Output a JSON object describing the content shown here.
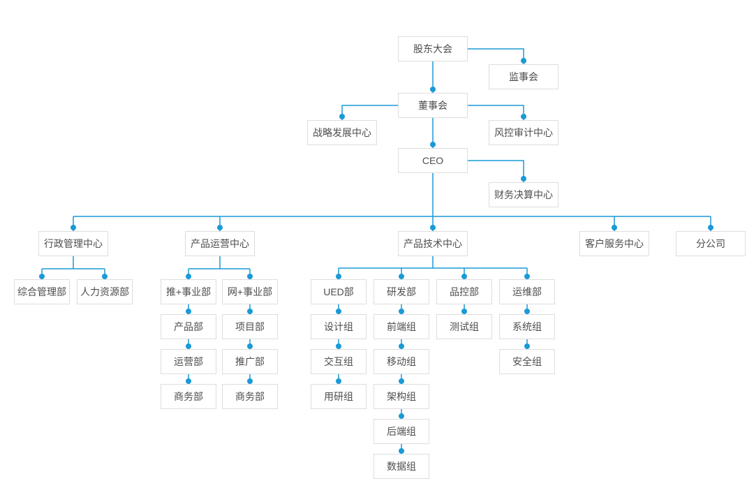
{
  "diagram": {
    "type": "org-chart",
    "accent_color": "#1a9ad6",
    "box_border_color": "#dddddd",
    "text_color": "#4d4d4d",
    "nodes": [
      {
        "id": "shareholders-meeting",
        "label": "股东大会",
        "parent": null
      },
      {
        "id": "supervisory-board",
        "label": "监事会",
        "parent": "股东大会"
      },
      {
        "id": "board-of-directors",
        "label": "董事会",
        "parent": "股东大会"
      },
      {
        "id": "strategy-dev-center",
        "label": "战略发展中心",
        "parent": "董事会"
      },
      {
        "id": "risk-audit-center",
        "label": "风控审计中心",
        "parent": "董事会"
      },
      {
        "id": "ceo",
        "label": "CEO",
        "parent": "董事会"
      },
      {
        "id": "finance-center",
        "label": "财务决算中心",
        "parent": "CEO"
      },
      {
        "id": "admin-mgmt-center",
        "label": "行政管理中心",
        "parent": "CEO"
      },
      {
        "id": "product-ops-center",
        "label": "产品运营中心",
        "parent": "CEO"
      },
      {
        "id": "product-tech-center",
        "label": "产品技术中心",
        "parent": "CEO"
      },
      {
        "id": "customer-service-center",
        "label": "客户服务中心",
        "parent": "CEO"
      },
      {
        "id": "branch-company",
        "label": "分公司",
        "parent": "CEO"
      },
      {
        "id": "general-admin-dept",
        "label": "综合管理部",
        "parent": "行政管理中心"
      },
      {
        "id": "hr-dept",
        "label": "人力资源部",
        "parent": "行政管理中心"
      },
      {
        "id": "tui-business-unit",
        "label": "推+事业部",
        "parent": "产品运营中心"
      },
      {
        "id": "wang-business-unit",
        "label": "网+事业部",
        "parent": "产品运营中心"
      },
      {
        "id": "ued-dept",
        "label": "UED部",
        "parent": "产品技术中心"
      },
      {
        "id": "rd-dept",
        "label": "研发部",
        "parent": "产品技术中心"
      },
      {
        "id": "qc-dept",
        "label": "品控部",
        "parent": "产品技术中心"
      },
      {
        "id": "ops-maintenance-dept",
        "label": "运维部",
        "parent": "产品技术中心"
      },
      {
        "id": "product-dept",
        "label": "产品部",
        "parent": "推+事业部"
      },
      {
        "id": "project-dept",
        "label": "项目部",
        "parent": "网+事业部"
      },
      {
        "id": "design-group",
        "label": "设计组",
        "parent": "UED部"
      },
      {
        "id": "frontend-group",
        "label": "前端组",
        "parent": "研发部"
      },
      {
        "id": "testing-group",
        "label": "测试组",
        "parent": "品控部"
      },
      {
        "id": "system-group",
        "label": "系统组",
        "parent": "运维部"
      },
      {
        "id": "operation-dept",
        "label": "运营部",
        "parent": "产品部"
      },
      {
        "id": "promotion-dept",
        "label": "推广部",
        "parent": "项目部"
      },
      {
        "id": "interaction-group",
        "label": "交互组",
        "parent": "设计组"
      },
      {
        "id": "mobile-group",
        "label": "移动组",
        "parent": "前端组"
      },
      {
        "id": "security-group",
        "label": "安全组",
        "parent": "系统组"
      },
      {
        "id": "business-dept-left",
        "label": "商务部",
        "parent": "运营部"
      },
      {
        "id": "business-dept-right",
        "label": "商务部",
        "parent": "推广部"
      },
      {
        "id": "user-research-group",
        "label": "用研组",
        "parent": "交互组"
      },
      {
        "id": "architecture-group",
        "label": "架构组",
        "parent": "移动组"
      },
      {
        "id": "backend-group",
        "label": "后端组",
        "parent": "架构组"
      },
      {
        "id": "data-group",
        "label": "数据组",
        "parent": "后端组"
      }
    ]
  }
}
